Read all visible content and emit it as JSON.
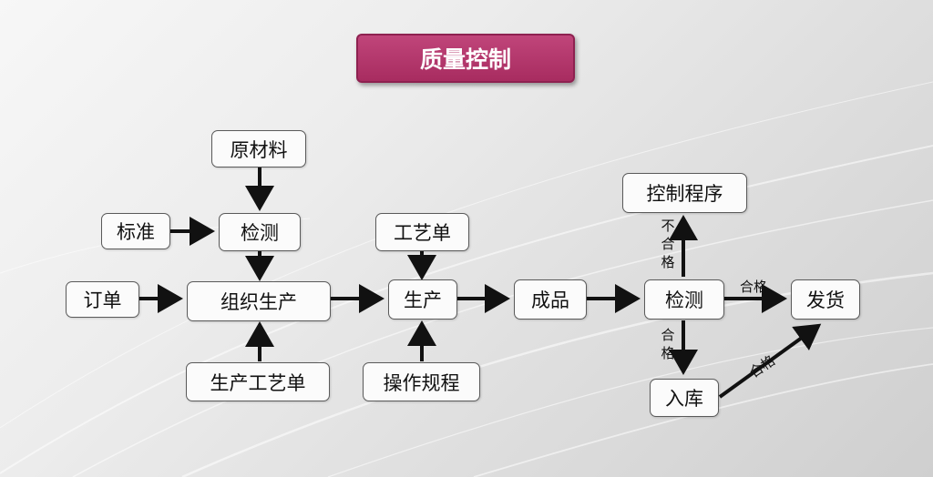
{
  "title": "质量控制",
  "nodes": {
    "raw_material": "原材料",
    "standard": "标准",
    "inspect1": "检测",
    "order": "订单",
    "organize_production": "组织生产",
    "production_process_sheet": "生产工艺单",
    "process_sheet": "工艺单",
    "production": "生产",
    "operating_procedures": "操作规程",
    "finished_product": "成品",
    "inspect2": "检测",
    "control_procedure": "控制程序",
    "shipping": "发货",
    "warehouse_in": "入库"
  },
  "edge_labels": {
    "unqualified": [
      "不",
      "合",
      "格"
    ],
    "qualified_down": [
      "合",
      "格"
    ],
    "qualified_right": "合格",
    "qualified_diag": "合格"
  },
  "colors": {
    "title_bg": "#b2356a",
    "arrow": "#111111",
    "node_border": "#5a5a5a"
  }
}
